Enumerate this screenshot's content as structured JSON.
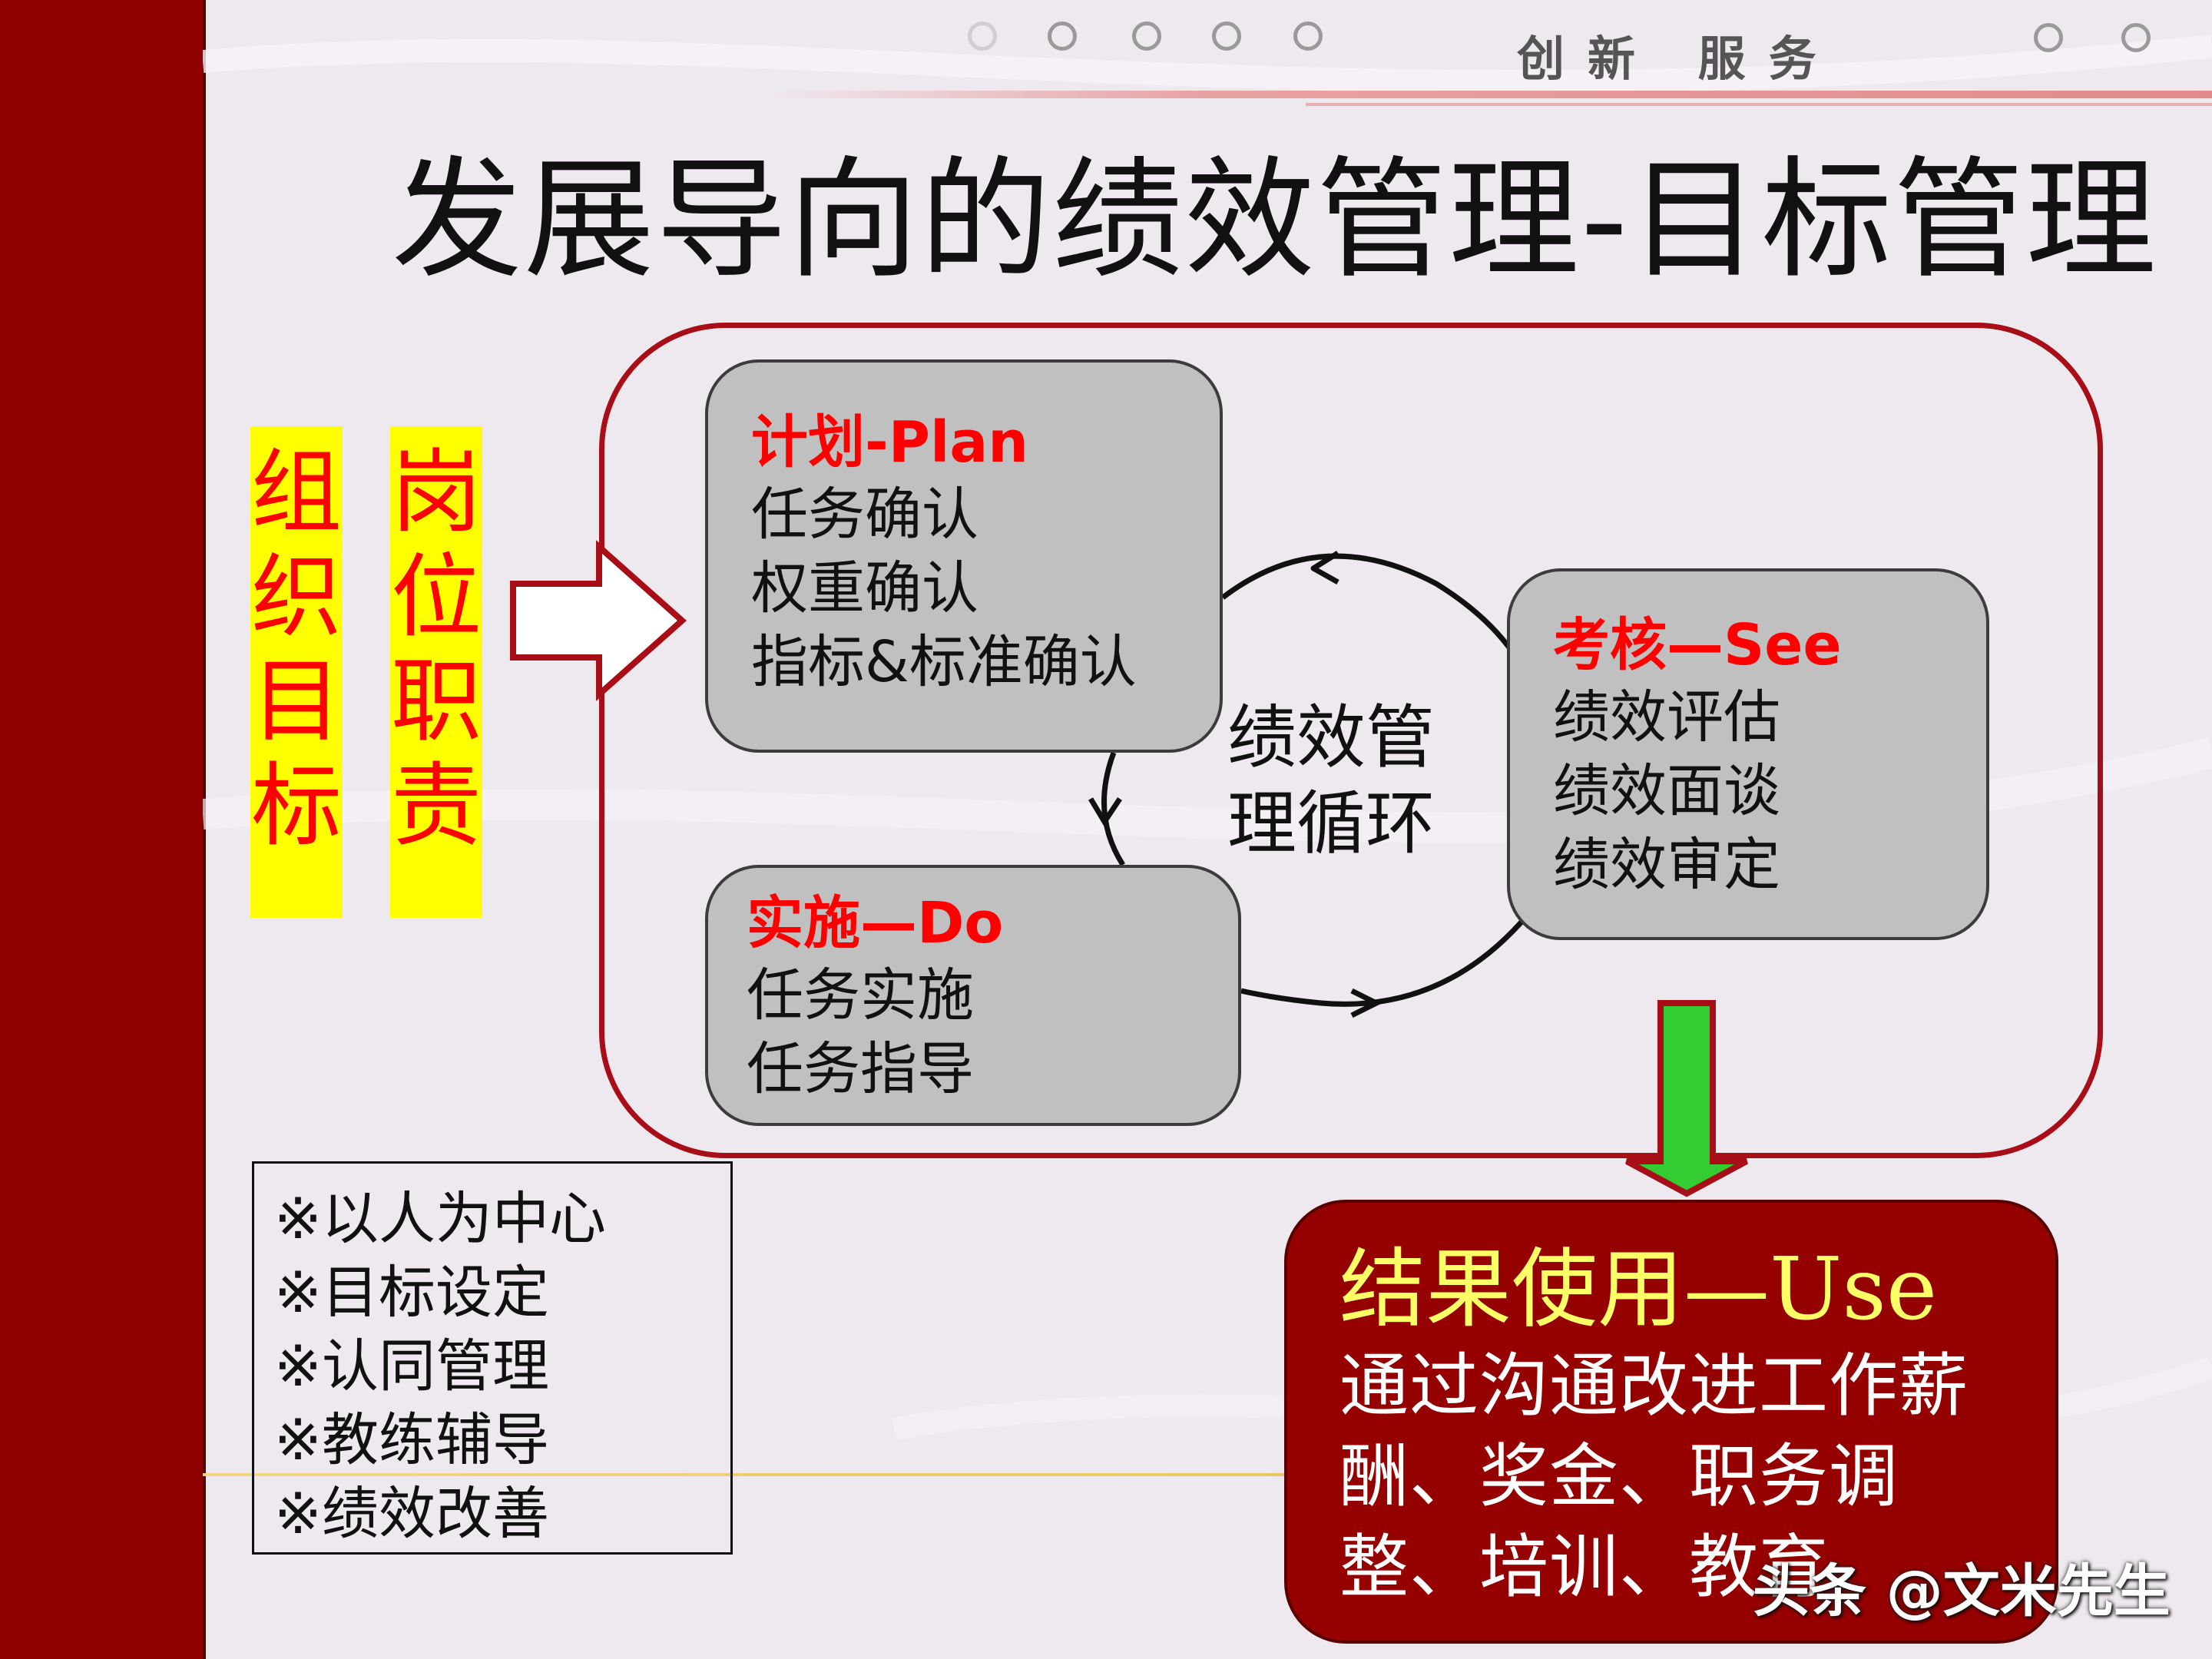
{
  "header": {
    "tagline": "创新 服务",
    "title": "发展导向的绩效管理-目标管理"
  },
  "inputs": {
    "org_goal": "组织目标",
    "post_duty": "岗位职责"
  },
  "cycle": {
    "center_label": "绩效管理循环",
    "plan": {
      "title": "计划-Plan",
      "items": [
        "任务确认",
        "权重确认",
        "指标&标准确认"
      ]
    },
    "do": {
      "title": "实施—Do",
      "items": [
        "任务实施",
        "任务指导"
      ]
    },
    "see": {
      "title": "考核—See",
      "items": [
        "绩效评估",
        "绩效面谈",
        "绩效审定"
      ]
    }
  },
  "principles": [
    "※以人为中心",
    "※目标设定",
    "※认同管理",
    "※教练辅导",
    "※绩效改善"
  ],
  "result": {
    "title": "结果使用—Use",
    "body": "通过沟通改进工作薪酬、奖金、职务调整、培训、教育"
  },
  "watermark": "头条 @文米先生",
  "colors": {
    "sidebar": "#8f0000",
    "frame": "#a80e17",
    "highlight_yellow": "#ffff00",
    "label_red": "#ff0000",
    "box_gray": "#c0c0c0",
    "result_bg": "#950000",
    "result_title": "#ffff66",
    "down_arrow_green": "#33cc33"
  }
}
